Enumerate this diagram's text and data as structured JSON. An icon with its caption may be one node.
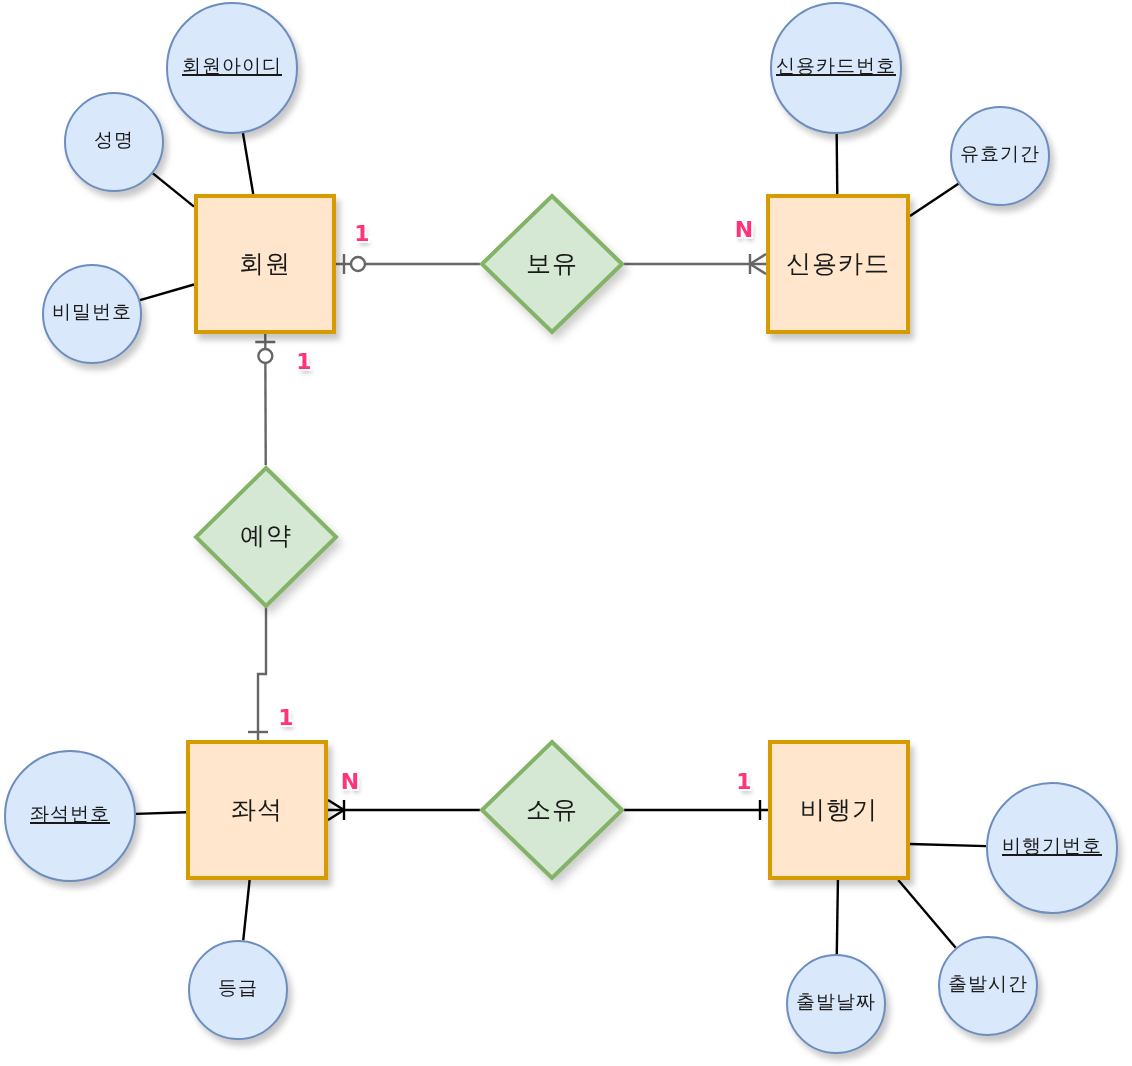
{
  "diagram": {
    "nodes": [
      {
        "text": [
          "회원아이디"
        ]
      },
      {
        "text": [
          "신용카드번호"
        ]
      },
      {
        "text": [
          "성명"
        ]
      },
      {
        "text": [
          "유효기간"
        ]
      },
      {
        "text": [
          "회원"
        ]
      },
      {
        "text": [
          "보유"
        ]
      },
      {
        "text": [
          "신용카드"
        ]
      },
      {
        "text": [
          "비밀번호"
        ]
      },
      {
        "text": [
          "예약"
        ]
      },
      {
        "text": [
          "좌석번호"
        ]
      },
      {
        "text": [
          "좌석"
        ]
      },
      {
        "text": [
          "소유"
        ]
      },
      {
        "text": [
          "비행기"
        ]
      },
      {
        "text": [
          "비행기번호"
        ]
      },
      {
        "text": [
          "등급"
        ]
      },
      {
        "text": [
          "출발날짜"
        ]
      },
      {
        "text": [
          "출발시간"
        ]
      }
    ],
    "edges": [
      {
        "from": 5,
        "to": 4,
        "arrow": "other",
        "label": "1",
        "color": "#666666"
      },
      {
        "from": 5,
        "to": 6,
        "arrow": "other",
        "label": "N",
        "color": "#666666"
      },
      {
        "from": 8,
        "to": 4,
        "arrow": "other",
        "label": "1",
        "color": "#666666"
      },
      {
        "from": 8,
        "to": 10,
        "arrow": "other",
        "label": "1",
        "color": "#666666"
      },
      {
        "from": 11,
        "to": 10,
        "arrow": "other",
        "label": "N"
      },
      {
        "from": 11,
        "to": 12,
        "arrow": "other",
        "label": "1"
      },
      {
        "from": 0,
        "to": 4,
        "arrow": "none"
      },
      {
        "from": 2,
        "to": 4,
        "arrow": "none"
      },
      {
        "from": 7,
        "to": 4,
        "arrow": "none"
      },
      {
        "from": 1,
        "to": 6,
        "arrow": "none"
      },
      {
        "from": 3,
        "to": 6,
        "arrow": "none"
      },
      {
        "from": 9,
        "to": 10,
        "arrow": "none"
      },
      {
        "from": 14,
        "to": 10,
        "arrow": "none"
      },
      {
        "from": 13,
        "to": 12,
        "arrow": "none"
      },
      {
        "from": 15,
        "to": 12,
        "arrow": "none"
      },
      {
        "from": 16,
        "to": 12,
        "arrow": "none"
      }
    ]
  }
}
